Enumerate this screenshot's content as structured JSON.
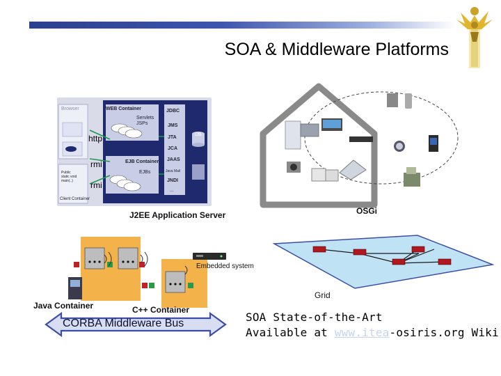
{
  "slide": {
    "title": "SOA & Middleware Platforms"
  },
  "j2ee": {
    "caption": "J2EE Application Server",
    "browser_label": "Browser",
    "web_container": "WEB Container",
    "servlets_jsps": "Servlets\nJSPs",
    "ejb_container": "EJB Container",
    "ejbs": "EJBs",
    "client_container": "Client Container",
    "app_client": "Public\nstatic void\nmain(..)",
    "db_label": "DB",
    "apis": [
      "JDBC",
      "JMS",
      "JTA",
      "JCA",
      "JAAS",
      "Java Mail",
      "JNDI",
      "..."
    ],
    "protocols": [
      "http",
      "rmi",
      "rmi"
    ]
  },
  "osgi": {
    "caption": "OSGi"
  },
  "grid": {
    "embedded_label": "Embedded system",
    "caption": "Grid"
  },
  "corba": {
    "java_container": "Java Container",
    "cpp_container": "C++ Container",
    "bus_label": "CORBA Middleware Bus"
  },
  "note": {
    "line1": "SOA State-of-the-Art",
    "line2_prefix": "Available at ",
    "line2_link": "www.itea",
    "line2_suffix": "-osiris.org Wiki"
  },
  "colors": {
    "title_bar": "#2a3f8f",
    "j2ee_dark": "#1f2a6e",
    "arrow_green": "#1a9a4a",
    "bus_blue": "#3a4ea8",
    "bus_light": "#d8ddf2",
    "grid_plate": "#bfe3f5",
    "node_red": "#b01820",
    "container_orange": "#f3b24a",
    "house_gray": "#8a8a8a"
  }
}
